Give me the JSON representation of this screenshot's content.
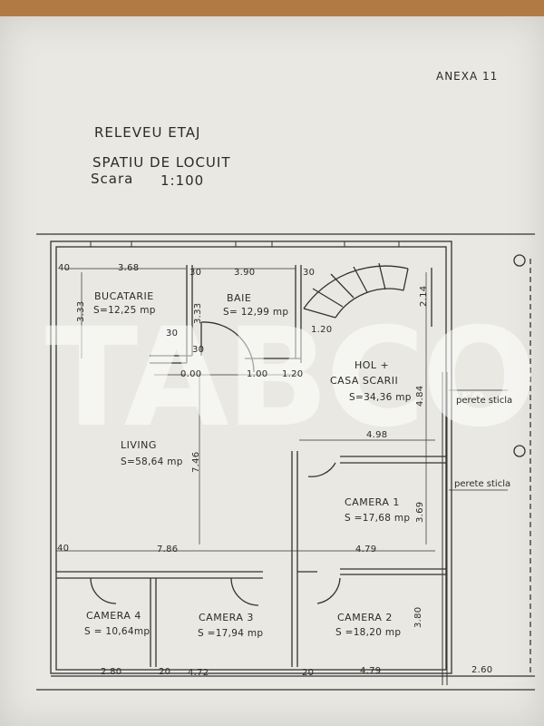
{
  "header": {
    "annex": "ANEXA 11",
    "title": "RELEVEU ETAJ",
    "subtitle": "SPATIU DE LOCUIT",
    "scale_label": "Scara",
    "scale_value": "1:100"
  },
  "rooms": {
    "kitchen": {
      "name": "BUCATARIE",
      "area": "S=12,25 mp"
    },
    "bath": {
      "name": "BAIE",
      "area": "S= 12,99 mp"
    },
    "hall": {
      "name": "HOL +",
      "name2": "CASA SCARII",
      "area": "S=34,36 mp"
    },
    "living": {
      "name": "LIVING",
      "area": "S=58,64 mp"
    },
    "camera1": {
      "name": "CAMERA 1",
      "area": "S =17,68 mp"
    },
    "camera4": {
      "name": "CAMERA 4",
      "area": "S = 10,64mp"
    },
    "camera3": {
      "name": "CAMERA 3",
      "area": "S =17,94 mp"
    },
    "camera2": {
      "name": "CAMERA 2",
      "area": "S =18,20 mp"
    }
  },
  "annotations": {
    "glass_wall_1": "perete sticla",
    "glass_wall_2": "perete sticla"
  },
  "dimensions": {
    "d40_top": "40",
    "d368": "3.68",
    "d30_a": "30",
    "d390": "3.90",
    "d30_b": "30",
    "d333_left": "3.33",
    "d333_bath": "3.33",
    "d30_c": "30",
    "d30_d": "30",
    "d120_top": "1.20",
    "d214": "2.14",
    "d000": "0.00",
    "d100": "1.00",
    "d120_hall": "1.20",
    "d484": "4.84",
    "d498": "4.98",
    "d746": "7.46",
    "d369": "3.69",
    "d40_mid": "40",
    "d786": "7.86",
    "d479_mid": "4.79",
    "d380": "3.80",
    "d280": "2.80",
    "d20_a": "20",
    "d472": "4.72",
    "d20_b": "20",
    "d479_bottom": "4.79",
    "d260": "2.60"
  },
  "colors": {
    "paper": "#e9e8e2",
    "ink": "#2b2b2b",
    "table": "#b07a45"
  }
}
